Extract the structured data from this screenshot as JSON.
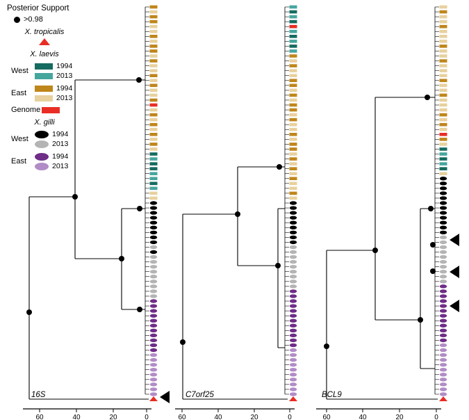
{
  "legend": {
    "title": "Posterior Support",
    "support_threshold": ">0.98",
    "x_tropicalis": "X. tropicalis",
    "x_laevis": "X. laevis",
    "x_gilli": "X. gilli",
    "genome": "Genome",
    "west": "West",
    "east": "East",
    "year_1994": "1994",
    "year_2013": "2013"
  },
  "colors": {
    "support": "#000000",
    "LW94": "#156b60",
    "LW13": "#45a69e",
    "LE94": "#bf861b",
    "LE13": "#e8d19e",
    "GEN": "#e92d24",
    "GW94": "#000000",
    "GW13": "#b4b4b4",
    "GE94": "#6e2d87",
    "GE13": "#b18cc6",
    "TROP": "#e92d24"
  },
  "axis": {
    "ticks": [
      "60",
      "40",
      "20",
      "0"
    ]
  },
  "panels": [
    {
      "label": "16S",
      "arrows": [
        571
      ],
      "tips": [
        "LE94",
        "LE13",
        "LE94",
        "LE94",
        "LE13",
        "LE13",
        "LE94",
        "LE13",
        "LE94",
        "LE94",
        "LE13",
        "LE94",
        "LE13",
        "LE13",
        "LE94",
        "LE13",
        "LE94",
        "LE13",
        "LE13",
        "LE94",
        "GEN",
        "LE13",
        "LE94",
        "LE13",
        "LE94",
        "LE13",
        "LE94",
        "LE13",
        "LE94",
        "LE13",
        "LW94",
        "LW13",
        "LW94",
        "LW94",
        "LW13",
        "LW13",
        "LW94",
        "LW13",
        "LE13",
        "LE13",
        "GW94",
        "GW94",
        "GW94",
        "GW94",
        "GW94",
        "GW94",
        "GW94",
        "GW94",
        "GW94",
        "GW13",
        "GW94",
        "GW13",
        "GW13",
        "GW13",
        "GW13",
        "GW13",
        "GW13",
        "GW13",
        "GW13",
        "GW13",
        "GE94",
        "GE94",
        "GE94",
        "GE94",
        "GE94",
        "GE94",
        "GE94",
        "GE94",
        "GE94",
        "GE94",
        "GE94",
        "GE13",
        "GE13",
        "GE13",
        "GE13",
        "GE13",
        "GE13",
        "GE13",
        "GE13",
        "GE13",
        "TROP"
      ]
    },
    {
      "label": "C7orf25",
      "arrows": [],
      "tips": [
        "LW13",
        "LW94",
        "LW13",
        "LW94",
        "GEN",
        "LW13",
        "LW94",
        "LW13",
        "LW94",
        "LW13",
        "LE94",
        "LE13",
        "LE94",
        "LE13",
        "LE13",
        "LE94",
        "LE94",
        "LE13",
        "LE94",
        "LE13",
        "LE94",
        "LE94",
        "LE13",
        "LE94",
        "LE13",
        "LE13",
        "LE94",
        "LE13",
        "LE94",
        "LE94",
        "LE13",
        "LE94",
        "LE13",
        "LE94",
        "LE13",
        "LE94",
        "LE13",
        "LE13",
        "LE94",
        "LE13",
        "GW94",
        "GW94",
        "GW94",
        "GW94",
        "GW94",
        "GW94",
        "GW94",
        "GW94",
        "GW94",
        "GW13",
        "GW13",
        "GW13",
        "GW13",
        "GW13",
        "GW13",
        "GW13",
        "GW13",
        "GW13",
        "GE94",
        "GE94",
        "GE94",
        "GE94",
        "GE94",
        "GE94",
        "GE94",
        "GE94",
        "GE94",
        "GE94",
        "GE94",
        "GE94",
        "GE13",
        "GE13",
        "GE13",
        "GE13",
        "GE13",
        "GE13",
        "GE13",
        "GE13",
        "GE13",
        "GE13",
        "TROP"
      ]
    },
    {
      "label": "BCL9",
      "arrows": [
        345,
        391,
        440
      ],
      "tips": [
        "LE13",
        "LE94",
        "LE13",
        "LE13",
        "LE94",
        "LE13",
        "LE13",
        "LE13",
        "LE94",
        "LE13",
        "LE13",
        "LE94",
        "LE13",
        "LE13",
        "LE13",
        "LE94",
        "LE13",
        "LE13",
        "LE94",
        "LE13",
        "LE13",
        "LE13",
        "LE94",
        "LE13",
        "LE94",
        "LE13",
        "GEN",
        "LE94",
        "LE13",
        "LW94",
        "LW13",
        "LW94",
        "LW13",
        "LW94",
        "LE13",
        "GW94",
        "GW94",
        "GW94",
        "GW94",
        "GW94",
        "GW94",
        "GW94",
        "GW94",
        "GW94",
        "GW94",
        "GW94",
        "GW94",
        "GW13",
        "GW13",
        "GW13",
        "GW13",
        "GW13",
        "GW13",
        "GW13",
        "GW13",
        "GW13",
        "GW13",
        "GE94",
        "GE94",
        "GE94",
        "GE94",
        "GE94",
        "GE94",
        "GE94",
        "GE94",
        "GE94",
        "GE94",
        "GE94",
        "GE94",
        "GE13",
        "GE13",
        "GE13",
        "GE13",
        "GE13",
        "GE13",
        "GE13",
        "GE13",
        "GE13",
        "GE13",
        "GE13",
        "TROP"
      ]
    }
  ]
}
